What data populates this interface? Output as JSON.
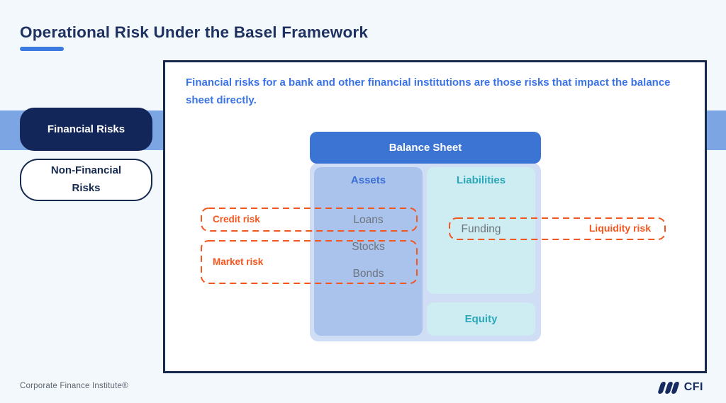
{
  "slide": {
    "title": "Operational Risk Under the Basel Framework",
    "footer": "Corporate Finance Institute®",
    "logo_text": "CFI"
  },
  "sidebar": {
    "items": [
      {
        "label": "Financial Risks",
        "active": true
      },
      {
        "label": "Non-Financial Risks",
        "active": false
      }
    ]
  },
  "panel": {
    "description": "Financial risks for a bank and other financial institutions are those risks that impact the balance sheet directly."
  },
  "diagram": {
    "header": "Balance Sheet",
    "columns": [
      {
        "label": "Assets",
        "items": [
          "Loans",
          "Stocks",
          "Bonds"
        ]
      },
      {
        "label": "Liabilities",
        "items": [
          "Funding"
        ]
      }
    ],
    "equity_label": "Equity",
    "risks": [
      {
        "label": "Credit risk"
      },
      {
        "label": "Market risk"
      },
      {
        "label": "Liquidity risk"
      }
    ]
  },
  "colors": {
    "background": "#f3f8fc",
    "navy": "#16294f",
    "band_blue": "#7ca5e4",
    "header_blue": "#3b74d2",
    "container_fill": "#cfddf5",
    "assets_fill": "#a9c3ec",
    "liabilities_fill": "#cdedf2",
    "assets_text": "#3b6fd6",
    "teal_text": "#2ba7b8",
    "description_blue": "#3a73e3",
    "risk_orange": "#f4561f"
  }
}
